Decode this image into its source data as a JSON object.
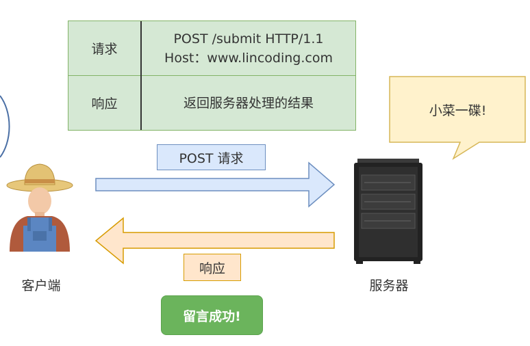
{
  "table": {
    "rows": [
      {
        "label": "请求",
        "lines": [
          "POST /submit HTTP/1.1",
          "Host：www.lincoding.com"
        ]
      },
      {
        "label": "响应",
        "lines": [
          "返回服务器处理的结果"
        ]
      }
    ]
  },
  "arrows": {
    "request_label": "POST  请求",
    "response_label": "响应"
  },
  "speech_bubble": "小菜一碟!",
  "client_label": "客户端",
  "server_label": "服务器",
  "result_badge": "留言成功!",
  "colors": {
    "table_fill": "#d5e8d4",
    "table_border": "#82b366",
    "request_fill": "#dae8fc",
    "request_border": "#6c8ebf",
    "response_fill": "#ffe6cc",
    "response_border": "#d79b00",
    "bubble_fill": "#fff2cc",
    "bubble_border": "#d6b656",
    "badge_fill": "#6bb45c"
  }
}
